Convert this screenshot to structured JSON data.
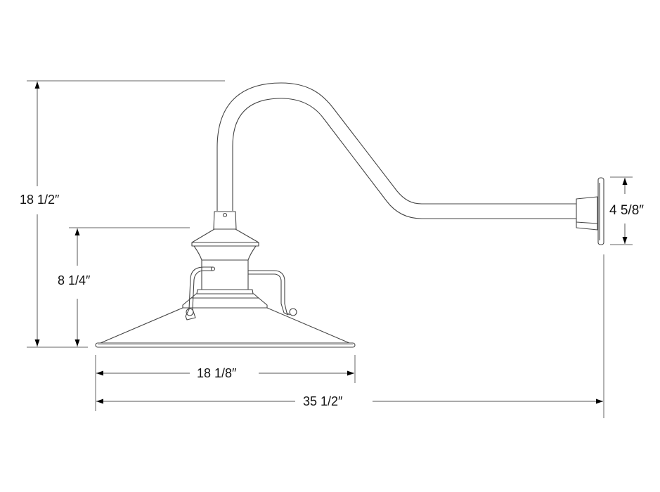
{
  "diagram": {
    "subject": "gooseneck wall-mount barn light",
    "line_color": "#444444",
    "dim_line_color": "#555555",
    "arrow_color": "#000000",
    "dimensions": {
      "overall_height": "18 1/2″",
      "shade_height": "8 1/4″",
      "backplate_height": "4 5/8″",
      "shade_width": "18 1/8″",
      "overall_projection": "35 1/2″"
    }
  }
}
